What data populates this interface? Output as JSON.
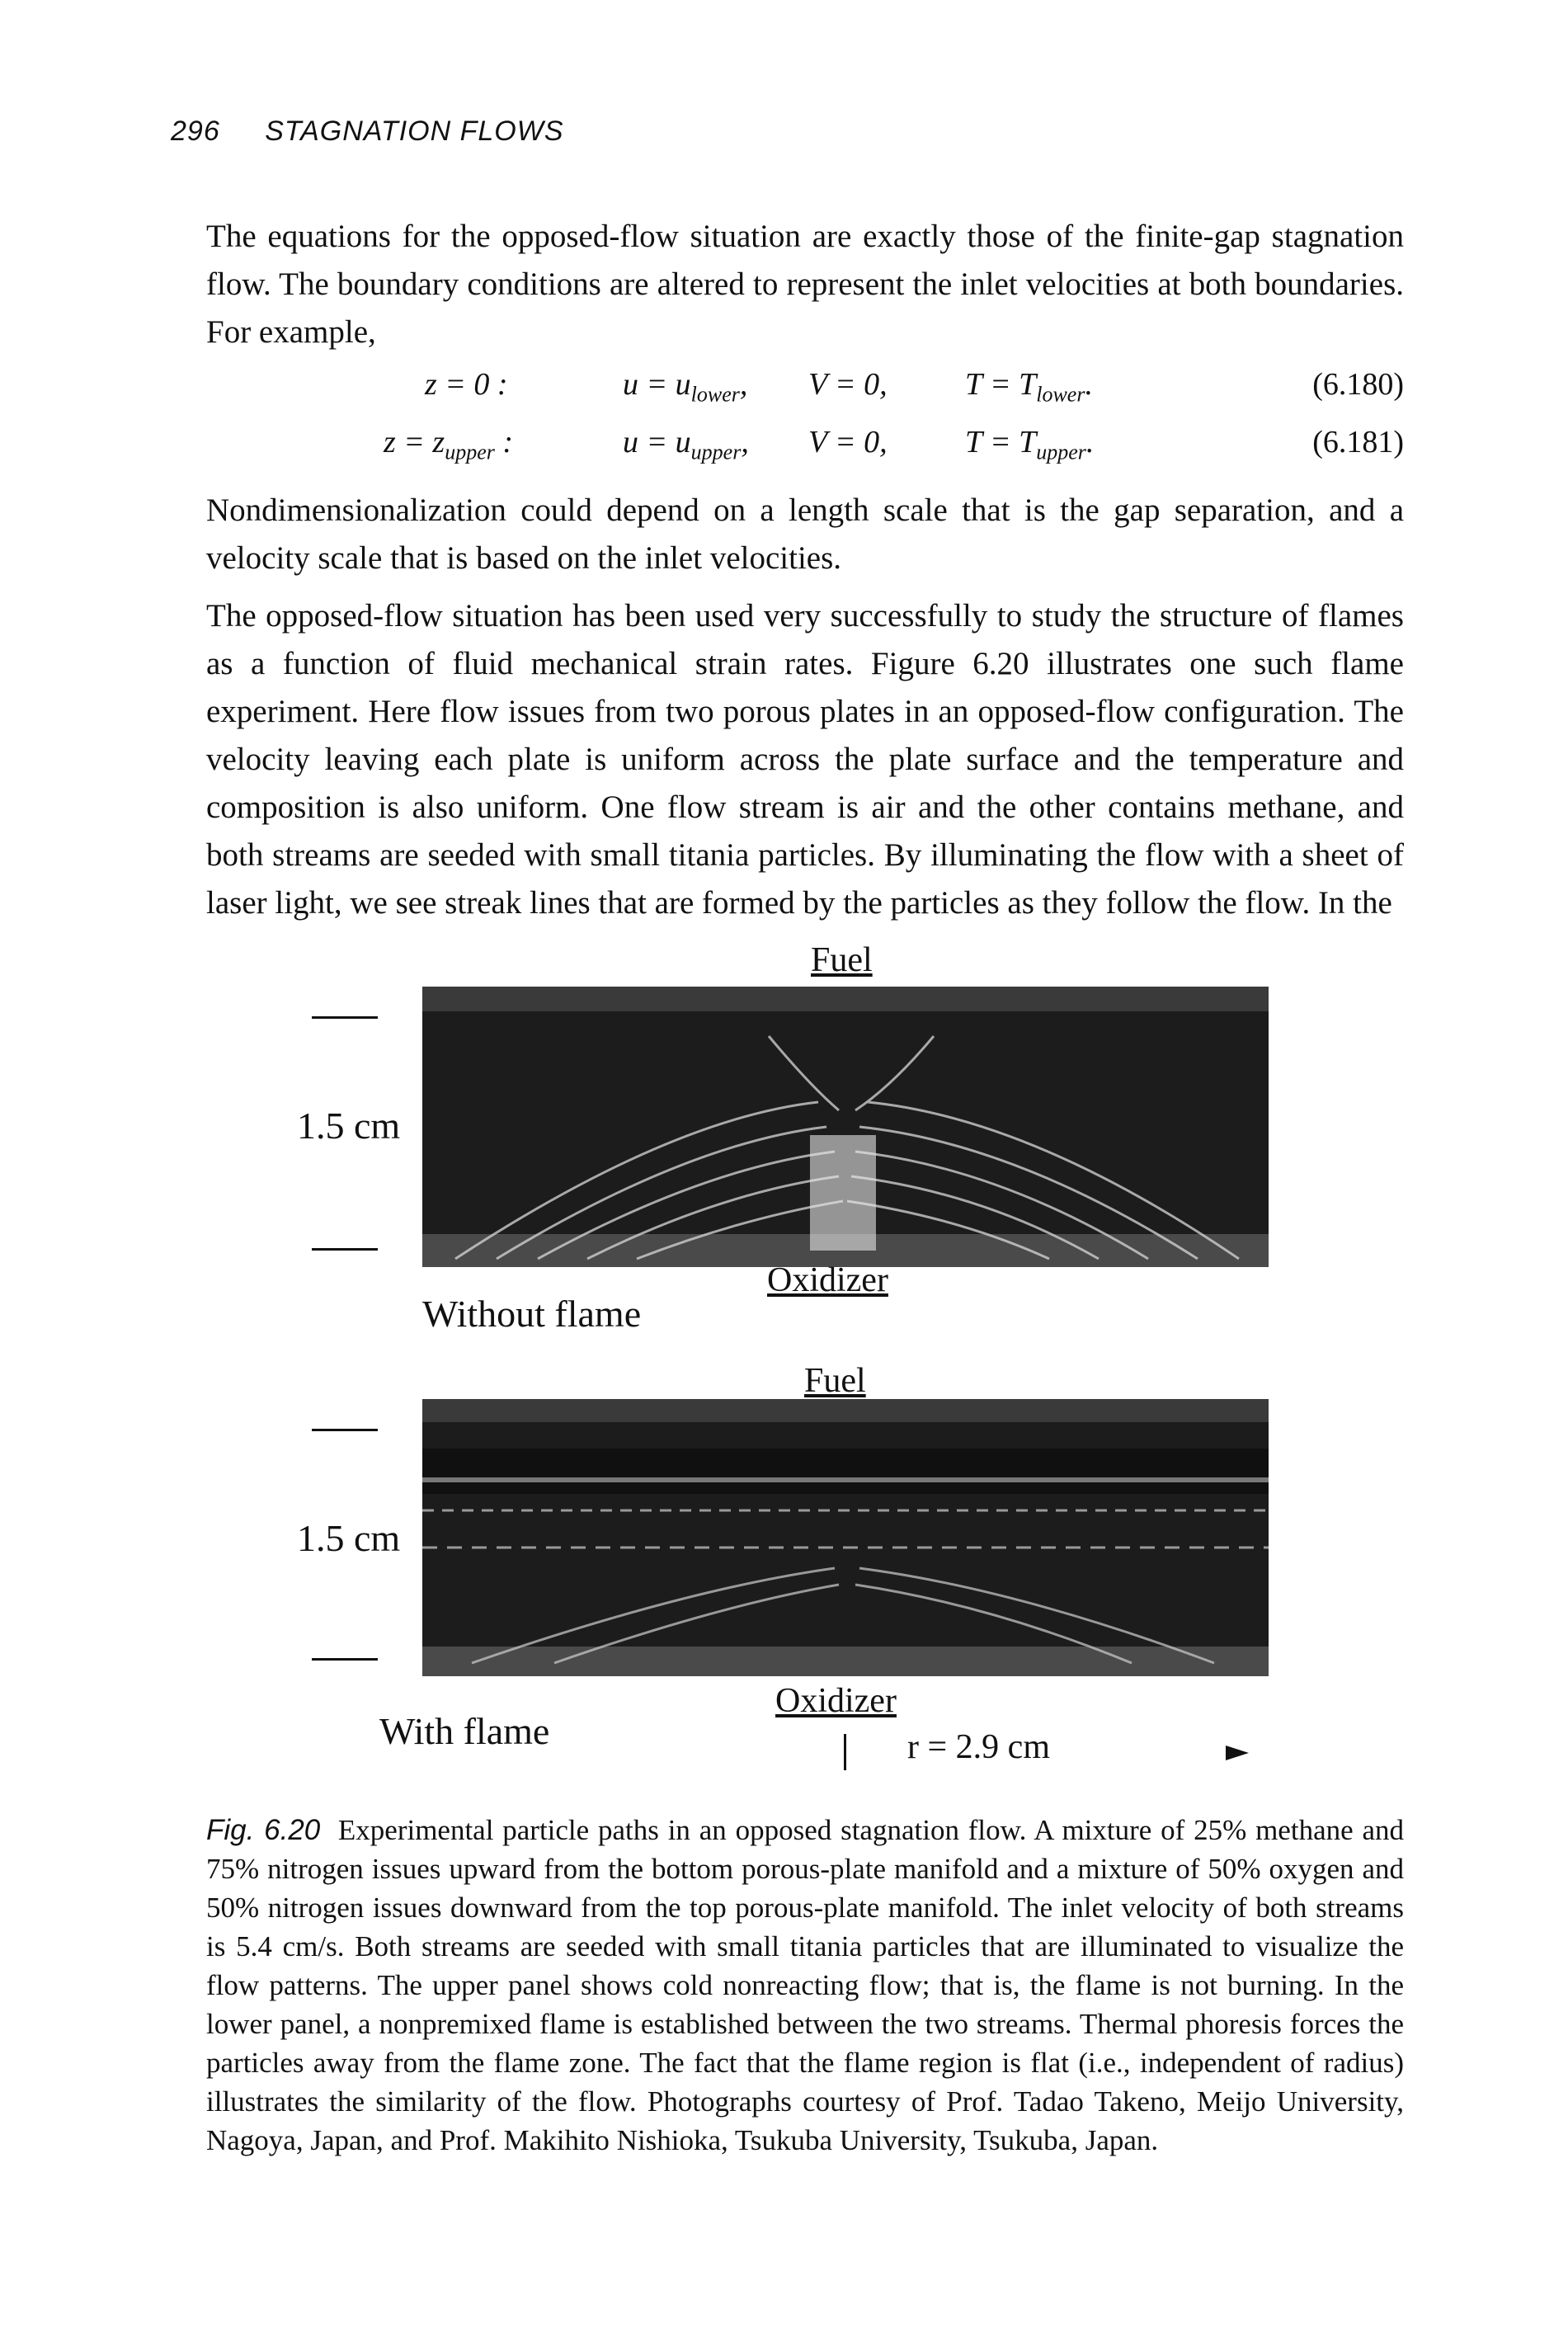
{
  "header": {
    "page_number": "296",
    "running_title": "STAGNATION FLOWS"
  },
  "paragraphs": {
    "p1": "The equations for the opposed-flow situation are exactly those of the finite-gap stagnation flow. The boundary conditions are altered to represent the inlet velocities at both boundaries. For example,",
    "p2": "Nondimensionalization could depend on a length scale that is the gap separation, and a velocity scale that is based on the inlet velocities.",
    "p3": "The opposed-flow situation has been used very successfully to study the structure of flames as a function of fluid mechanical strain rates. Figure 6.20 illustrates one such flame experiment. Here flow issues from two porous plates in an opposed-flow configuration. The velocity leaving each plate is uniform across the plate surface and the temperature and composition is also uniform. One flow stream is air and the other contains methane, and both streams are seeded with small titania particles. By illuminating the flow with a sheet of laser light, we see streak lines that are formed by the particles as they follow the flow. In the"
  },
  "equations": [
    {
      "cond_lhs": "z",
      "cond_rhs": "0",
      "cond_sub": "",
      "u_sub": "lower",
      "v": "V = 0,",
      "t_sub": "lower",
      "number": "(6.180)"
    },
    {
      "cond_lhs": "z",
      "cond_rhs": "z",
      "cond_sub": "upper",
      "u_sub": "upper",
      "v": "V = 0,",
      "t_sub": "upper",
      "number": "(6.181)"
    }
  ],
  "figure": {
    "upper_panel": {
      "scale_label": "1.5 cm",
      "top_label": "Fuel",
      "bottom_label": "Oxidizer",
      "caption": "Without flame"
    },
    "lower_panel": {
      "scale_label": "1.5 cm",
      "top_label": "Fuel",
      "bottom_label": "Oxidizer",
      "caption": "With flame"
    },
    "radius_label": "r = 2.9 cm"
  },
  "caption": {
    "label": "Fig. 6.20",
    "text": "Experimental particle paths in an opposed stagnation flow. A mixture of 25% methane and 75% nitrogen issues upward from the bottom porous-plate manifold and a mixture of 50% oxygen and 50% nitrogen issues downward from the top porous-plate manifold. The inlet velocity of both streams is 5.4 cm/s. Both streams are seeded with small titania particles that are illuminated to visualize the flow patterns. The upper panel shows cold nonreacting flow; that is, the flame is not burning. In the lower panel, a nonpremixed flame is established between the two streams. Thermal phoresis forces the particles away from the flame zone. The fact that the flame region is flat (i.e., independent of radius) illustrates the similarity of the flow. Photographs courtesy of Prof. Tadao Takeno, Meijo University, Nagoya, Japan, and Prof. Makihito Nishioka, Tsukuba University, Tsukuba, Japan."
  }
}
